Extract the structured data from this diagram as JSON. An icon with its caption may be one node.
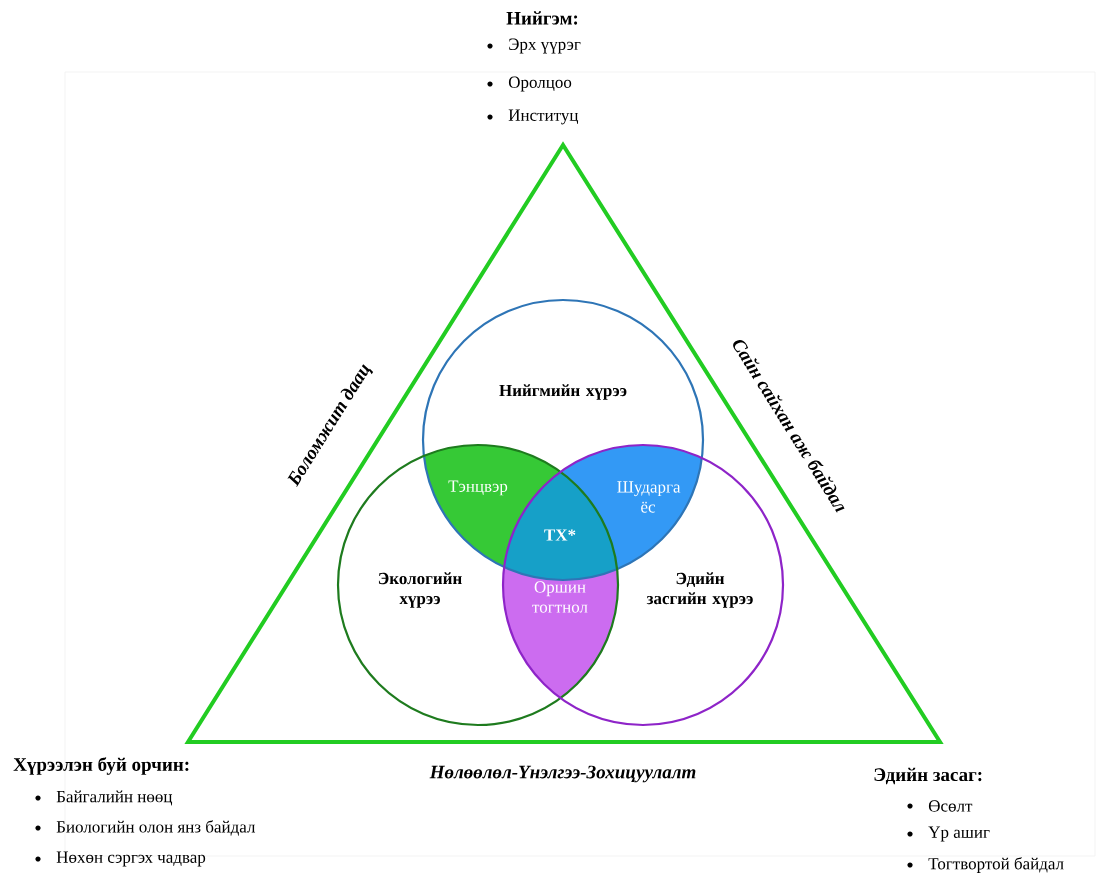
{
  "diagram": {
    "nodes": [
      {
        "text": [
          "Нийгмийн хүрээ"
        ]
      },
      {
        "text": [
          "Тэнцвэр"
        ]
      },
      {
        "text": [
          "Шударга ёс"
        ]
      },
      {
        "text": [
          "ТХ*"
        ]
      },
      {
        "text": [
          "Экологийн хүрээ"
        ]
      },
      {
        "text": [
          "Оршин тогтнол"
        ]
      },
      {
        "text": [
          "Эдийн засгийн хүрээ"
        ]
      }
    ],
    "labels": [
      "Нийгэм:",
      "Эрх үүрэг",
      "Оролцоо",
      "Институц",
      "Боломжит даац",
      "Сайн сайхан аж байдал",
      "Хүрээлэн буй орчин:",
      "Байгалийн нөөц",
      "Биологийн олон янз байдал",
      "Нөхөн сэргэх чадвар",
      "Нөлөөлөл-Үнэлгээ-Зохицуулалт",
      "Эдийн засаг:",
      "Өсөлт",
      "Үр ашиг",
      "Тогтвортой байдал"
    ]
  }
}
